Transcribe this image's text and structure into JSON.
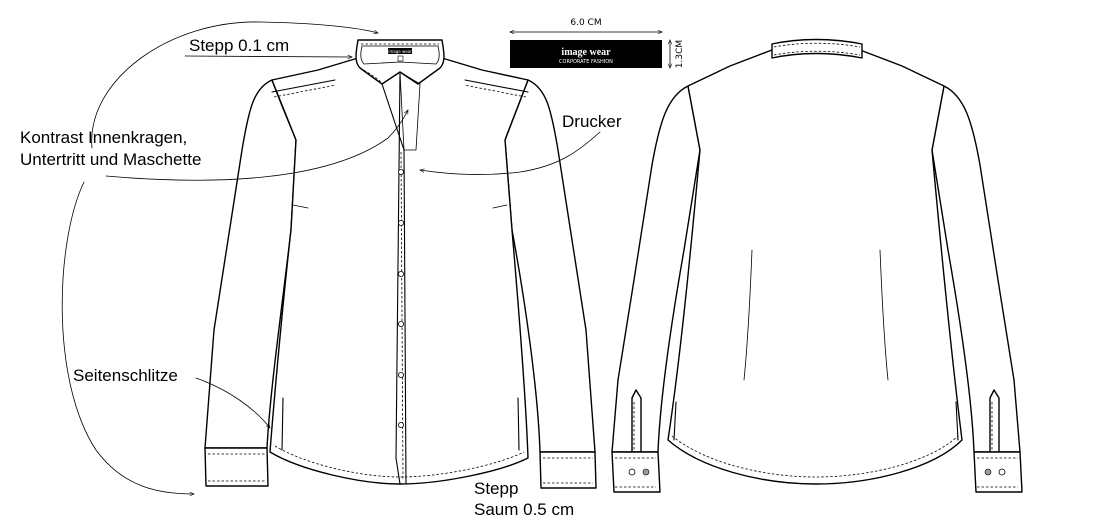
{
  "labels": {
    "stepp_collar": "Stepp 0.1 cm",
    "contrast_line1": "Kontrast Innenkragen,",
    "contrast_line2": "Untertritt und Maschette",
    "drucker": "Drucker",
    "side_slits": "Seitenschlitze",
    "hem_line1": "Stepp",
    "hem_line2": "Saum 0.5 cm"
  },
  "logo": {
    "width_dim": "6.0 CM",
    "height_dim": "1.3CM",
    "brand": "image wear",
    "tagline": "CORPORATE FASHION",
    "tag_text": "image wear"
  },
  "colors": {
    "outline": "#000000",
    "contrast_fill": "#9a9a9a",
    "label_bg": "#000000",
    "background": "#ffffff"
  }
}
